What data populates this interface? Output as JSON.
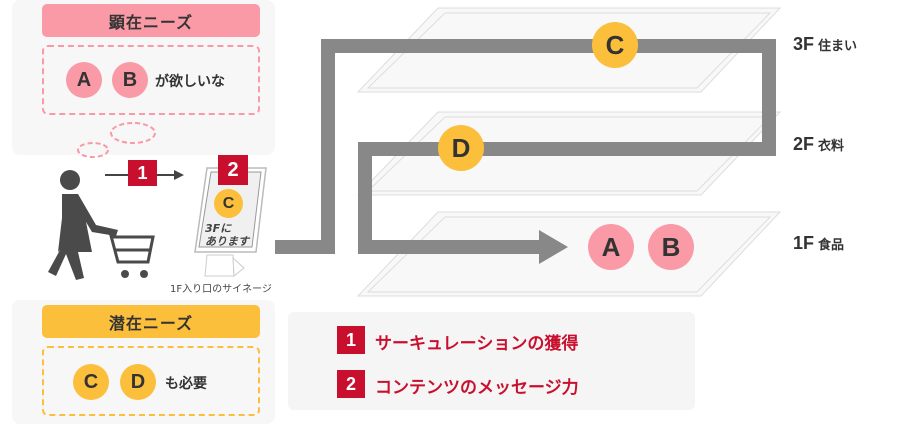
{
  "colors": {
    "pink": "#f99aa6",
    "yellow": "#fbbf3c",
    "red": "#c8102e",
    "path": "#888888"
  },
  "explicit_needs": {
    "title": "顕在ニーズ",
    "items": [
      "A",
      "B"
    ],
    "text": "が欲しいな"
  },
  "latent_needs": {
    "title": "潜在ニーズ",
    "items": [
      "C",
      "D"
    ],
    "text": "も必要"
  },
  "step1": "1",
  "sign": {
    "badge": "2",
    "item": "C",
    "line1": "3Fに",
    "line2": "あります",
    "caption": "1F入り口のサイネージ"
  },
  "floors": [
    {
      "level": "3F",
      "name": "住まい",
      "items": [
        "C"
      ]
    },
    {
      "level": "2F",
      "name": "衣料",
      "items": [
        "D"
      ]
    },
    {
      "level": "1F",
      "name": "食品",
      "items": [
        "A",
        "B"
      ]
    }
  ],
  "legend": [
    {
      "num": "1",
      "label": "サーキュレーションの獲得"
    },
    {
      "num": "2",
      "label": "コンテンツのメッセージ力"
    }
  ]
}
